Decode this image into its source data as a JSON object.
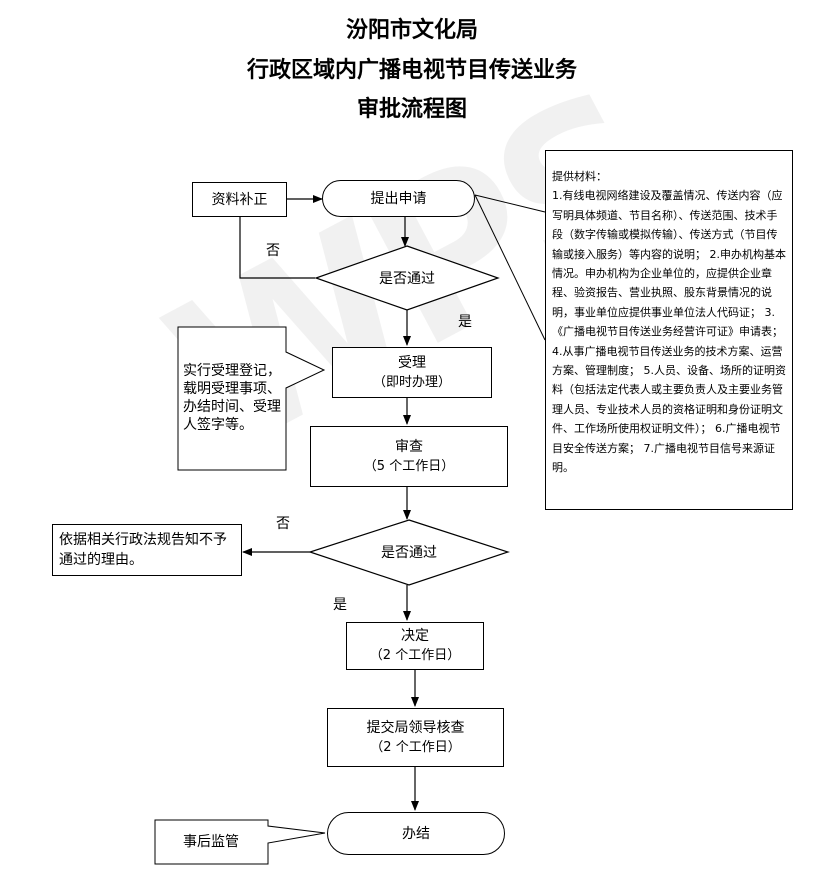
{
  "header": {
    "line1": "汾阳市文化局",
    "line2": "行政区域内广播电视节目传送业务",
    "line3": "审批流程图"
  },
  "watermark": {
    "text": "WPS",
    "color": "#d9d9d9"
  },
  "flow": {
    "apply": "提出申请",
    "supplement": "资料补正",
    "check1": "是否通过",
    "no1": "否",
    "yes1": "是",
    "accept": {
      "line1": "受理",
      "line2": "（即时办理）"
    },
    "accept_note": "实行受理登记，载明受理事项、办结时间、受理人签字等。",
    "review": {
      "line1": "审查",
      "line2": "（5 个工作日）"
    },
    "check2": "是否通过",
    "no2": "否",
    "yes2": "是",
    "reject": "依据相关行政法规告知不予通过的理由。",
    "decide": {
      "line1": "决定",
      "line2": "（2 个工作日）"
    },
    "submit": {
      "line1": "提交局领导核查",
      "line2": "（2  个工作日）"
    },
    "finish": "办结",
    "supervise": "事后监管"
  },
  "materials": {
    "heading": "提供材料：",
    "body": "1.有线电视网络建设及覆盖情况、传送内容（应写明具体频道、节目名称）、传送范围、技术手段（数字传输或模拟传输）、传送方式（节目传输或接入服务）等内容的说明； 2.申办机构基本情况。申办机构为企业单位的，应提供企业章程、验资报告、营业执照、股东背景情况的说明，事业单位应提供事业单位法人代码证； 3.《广播电视节目传送业务经营许可证》申请表； 4.从事广播电视节目传送业务的技术方案、运营方案、管理制度； 5.人员、设备、场所的证明资料（包括法定代表人或主要负责人及主要业务管理人员、专业技术人员的资格证明和身份证明文件、工作场所使用权证明文件）； 6.广播电视节目安全传送方案； 7.广播电视节目信号来源证明。"
  }
}
